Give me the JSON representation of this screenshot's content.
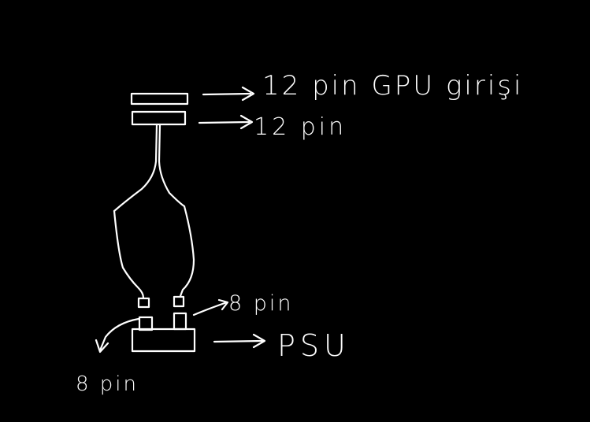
{
  "diagram": {
    "labels": {
      "gpu_input": "12 pin GPU girişi",
      "connector_12pin": "12 pin",
      "psu_8pin_right": "8 pin",
      "psu": "PSU",
      "psu_8pin_left": "8 pin"
    },
    "colors": {
      "background": "#000000",
      "ink": "#ffffff"
    }
  }
}
